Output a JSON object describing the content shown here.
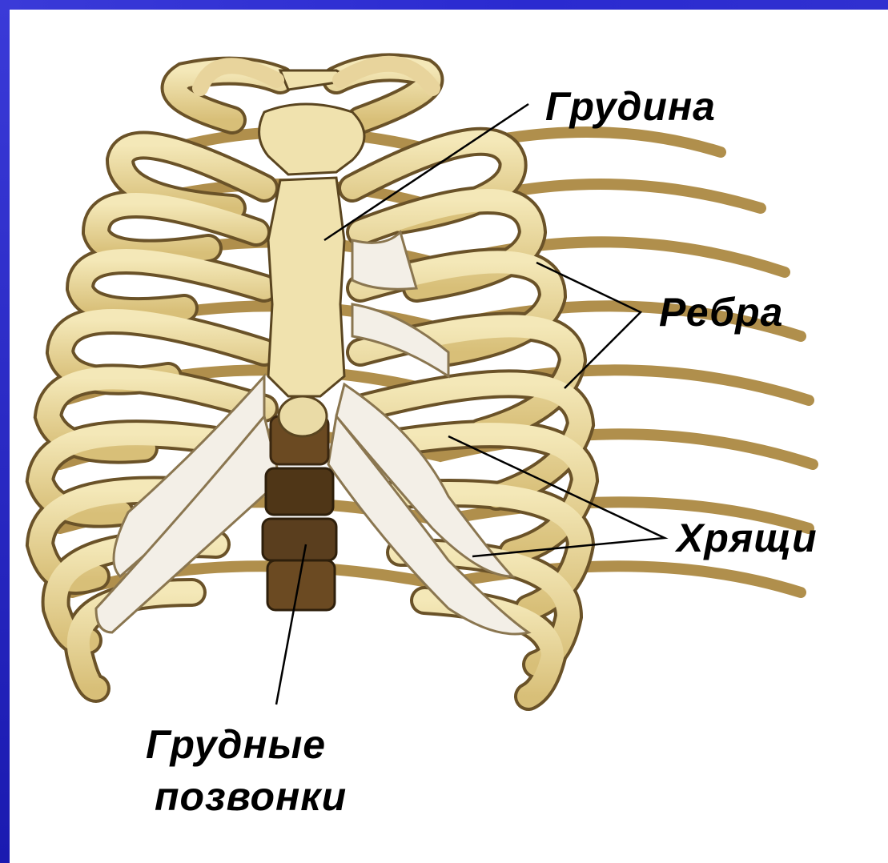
{
  "colors": {
    "frame": "#2323c8",
    "bone": "#eadba6",
    "bone_shade": "#c9a960",
    "outline": "#5a4520",
    "cartilage": "#f3efe7",
    "vertebra": "#5a3e1e"
  },
  "labels": {
    "sternum": "Грудина",
    "ribs": "Ребра",
    "cartilage": "Хрящи",
    "vertebrae_line1": "Грудные",
    "vertebrae_line2": "позвонки"
  }
}
